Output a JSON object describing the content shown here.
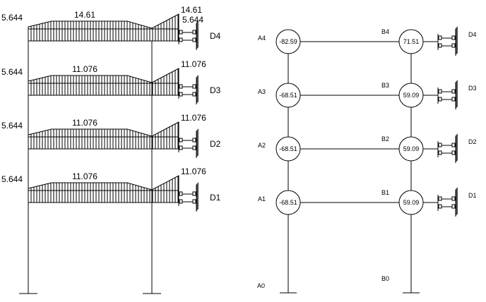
{
  "colors": {
    "stroke": "#000000",
    "background": "#ffffff"
  },
  "left_diagram": {
    "name": "load-distribution-frame",
    "floors": [
      {
        "id": "D4",
        "left_value": "5.644",
        "span_value": "14.61",
        "cantilever_top": "14.61",
        "cantilever_end": "5.644"
      },
      {
        "id": "D3",
        "left_value": "5.644",
        "span_value": "11.076",
        "cantilever_top": "11.076",
        "cantilever_end": ""
      },
      {
        "id": "D2",
        "left_value": "5.644",
        "span_value": "11.076",
        "cantilever_top": "11.076",
        "cantilever_end": ""
      },
      {
        "id": "D1",
        "left_value": "5.644",
        "span_value": "11.076",
        "cantilever_top": "11.076",
        "cantilever_end": ""
      }
    ]
  },
  "right_diagram": {
    "name": "joint-moment-frame",
    "a_nodes": [
      {
        "id": "A4",
        "value": "-82.59"
      },
      {
        "id": "A3",
        "value": "-68.51"
      },
      {
        "id": "A2",
        "value": "-68.51"
      },
      {
        "id": "A1",
        "value": "-68.51"
      }
    ],
    "b_nodes": [
      {
        "id": "B4",
        "value": "71.51"
      },
      {
        "id": "B3",
        "value": "59.09"
      },
      {
        "id": "B2",
        "value": "59.09"
      },
      {
        "id": "B1",
        "value": "59.09"
      }
    ],
    "supports": [
      "D4",
      "D3",
      "D2",
      "D1"
    ],
    "base_labels": {
      "a": "A0",
      "b": "B0"
    }
  }
}
